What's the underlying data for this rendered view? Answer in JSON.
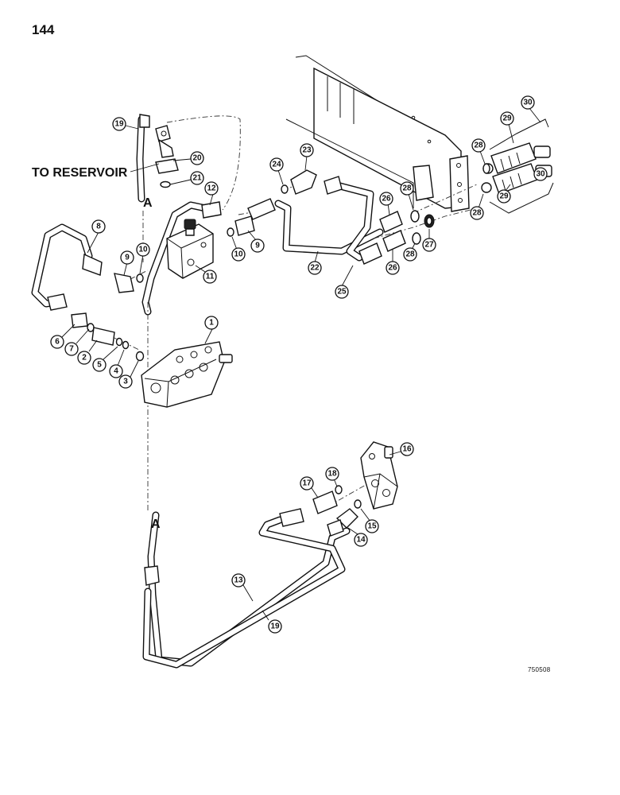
{
  "page": {
    "number": "144",
    "drawing_code": "750508"
  },
  "annotations": {
    "to_reservoir": "TO RESERVOIR",
    "reference_a_top": "A",
    "reference_a_bottom": "A"
  },
  "callouts": [
    {
      "id": "c1",
      "text": "1"
    },
    {
      "id": "c2",
      "text": "2"
    },
    {
      "id": "c3",
      "text": "3"
    },
    {
      "id": "c4",
      "text": "4"
    },
    {
      "id": "c5",
      "text": "5"
    },
    {
      "id": "c6",
      "text": "6"
    },
    {
      "id": "c7",
      "text": "7"
    },
    {
      "id": "c8",
      "text": "8"
    },
    {
      "id": "c9a",
      "text": "9"
    },
    {
      "id": "c9b",
      "text": "9"
    },
    {
      "id": "c10a",
      "text": "10"
    },
    {
      "id": "c10b",
      "text": "10"
    },
    {
      "id": "c11",
      "text": "11"
    },
    {
      "id": "c12",
      "text": "12"
    },
    {
      "id": "c13",
      "text": "13"
    },
    {
      "id": "c14",
      "text": "14"
    },
    {
      "id": "c15",
      "text": "15"
    },
    {
      "id": "c16",
      "text": "16"
    },
    {
      "id": "c17",
      "text": "17"
    },
    {
      "id": "c18",
      "text": "18"
    },
    {
      "id": "c19a",
      "text": "19"
    },
    {
      "id": "c19b",
      "text": "19"
    },
    {
      "id": "c20",
      "text": "20"
    },
    {
      "id": "c21",
      "text": "21"
    },
    {
      "id": "c22",
      "text": "22"
    },
    {
      "id": "c23",
      "text": "23"
    },
    {
      "id": "c24",
      "text": "24"
    },
    {
      "id": "c25",
      "text": "25"
    },
    {
      "id": "c26a",
      "text": "26"
    },
    {
      "id": "c26b",
      "text": "26"
    },
    {
      "id": "c27",
      "text": "27"
    },
    {
      "id": "c28a",
      "text": "28"
    },
    {
      "id": "c28b",
      "text": "28"
    },
    {
      "id": "c28c",
      "text": "28"
    },
    {
      "id": "c28d",
      "text": "28"
    },
    {
      "id": "c29a",
      "text": "29"
    },
    {
      "id": "c29b",
      "text": "29"
    },
    {
      "id": "c30a",
      "text": "30"
    },
    {
      "id": "c30b",
      "text": "30"
    }
  ]
}
